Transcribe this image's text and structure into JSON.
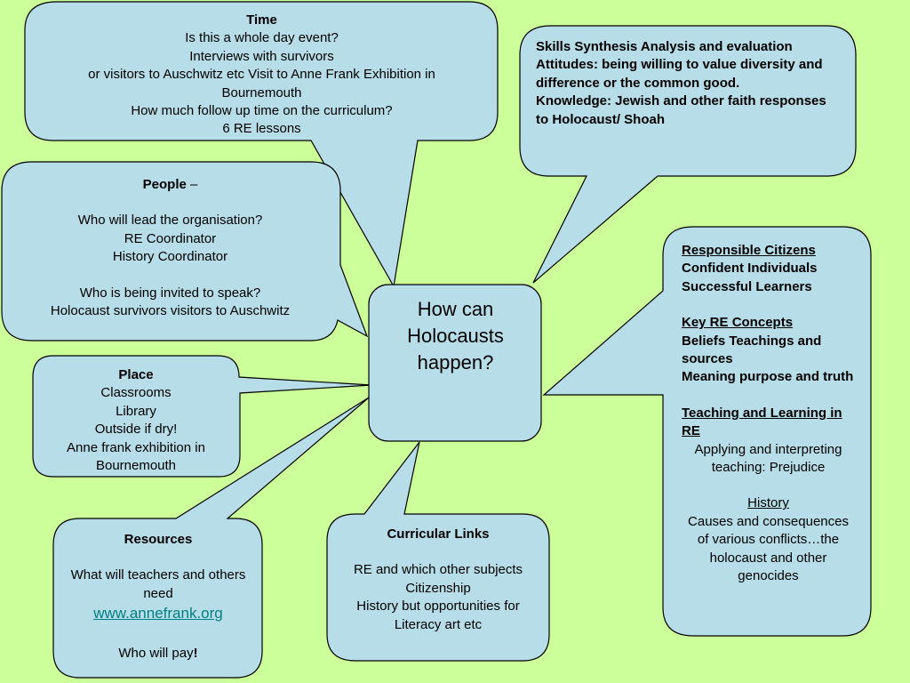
{
  "central_question": "How can Holocausts happen?",
  "time": {
    "heading": "Time",
    "lines": [
      "Is this a whole day event?",
      "Interviews with survivors",
      "or visitors to Auschwitz etc Visit to Anne Frank Exhibition in Bournemouth",
      "How much follow up time on the curriculum?",
      "6 RE lessons"
    ]
  },
  "skills": {
    "lines": [
      "Skills Synthesis Analysis and evaluation",
      "Attitudes: being willing to value diversity and difference or the common good.",
      "Knowledge: Jewish and other faith responses to Holocaust/ Shoah"
    ]
  },
  "people": {
    "heading": "People",
    "heading_suffix": " –",
    "lines_a": [
      "Who will lead the organisation?",
      "RE Coordinator",
      "History Coordinator"
    ],
    "lines_b": [
      "Who is being invited to speak?",
      "Holocaust survivors visitors to Auschwitz"
    ]
  },
  "place": {
    "heading": "Place",
    "lines": [
      "Classrooms",
      "Library",
      "Outside if dry!",
      "Anne frank exhibition in Bournemouth"
    ]
  },
  "resources": {
    "heading": "Resources",
    "line": "What will teachers and others need",
    "link": "www.annefrank.org",
    "pay_text": "Who will pay",
    "pay_mark": "!"
  },
  "curricular": {
    "heading": "Curricular Links",
    "lines": [
      "RE and which other subjects",
      "Citizenship",
      "History but opportunities for Literacy art etc"
    ]
  },
  "aims": {
    "heading": "Responsible Citizens",
    "lines": [
      "Confident Individuals",
      "Successful Learners"
    ],
    "concepts_heading": "Key RE Concepts",
    "concepts": [
      "Beliefs Teachings and sources",
      "Meaning purpose and truth"
    ],
    "tl_heading": "Teaching and Learning in RE",
    "tl_line": "Applying and interpreting teaching: Prejudice",
    "history_heading": "History",
    "history_line": "Causes and consequences of various conflicts…the holocaust and other genocides"
  },
  "colors": {
    "background": "#ccff99",
    "bubble_fill": "#b7dde8",
    "bubble_stroke": "#000000",
    "link": "#008080"
  }
}
